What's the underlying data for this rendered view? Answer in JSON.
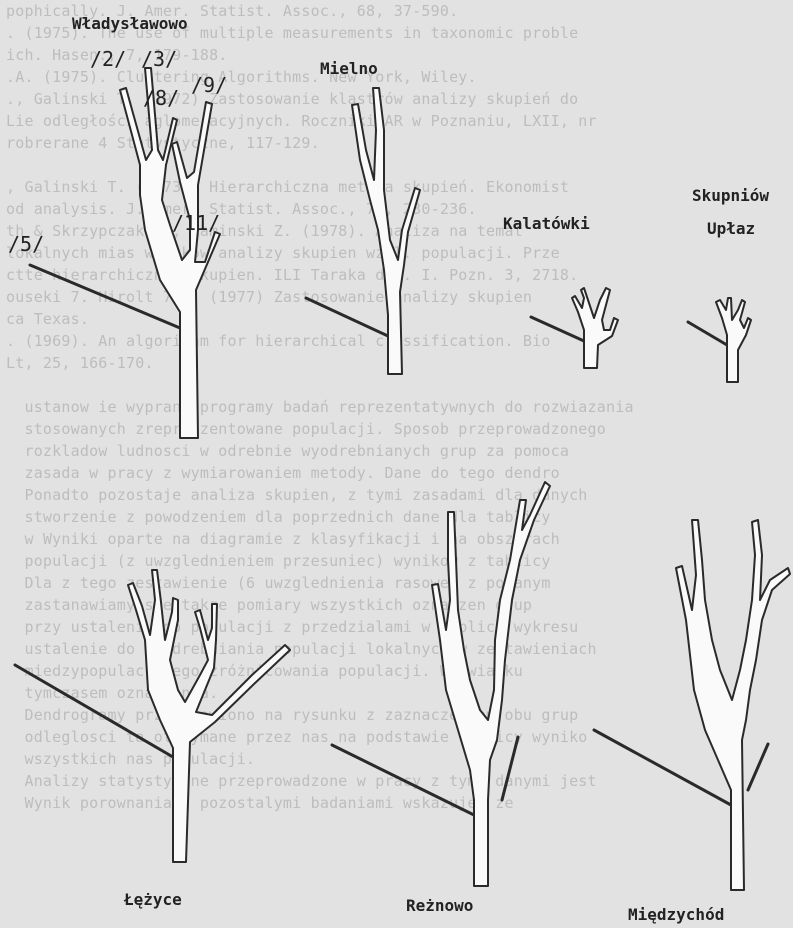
{
  "diagram": {
    "labels": {
      "wladyslawowo": "Władysławowo",
      "mielno": "Mielno",
      "skupniow": "Skupniów",
      "kalatowki": "Kalatówki",
      "uplaz": "Upłaz",
      "lezyce": "Łężyce",
      "reznowo": "Reżnowo",
      "miedzychod": "Międzychód"
    },
    "marks": {
      "m2": "/2/",
      "m3": "/3/",
      "m8": "/8/",
      "m9": "/9/",
      "m11": "/11/",
      "m5": "/5/"
    }
  }
}
